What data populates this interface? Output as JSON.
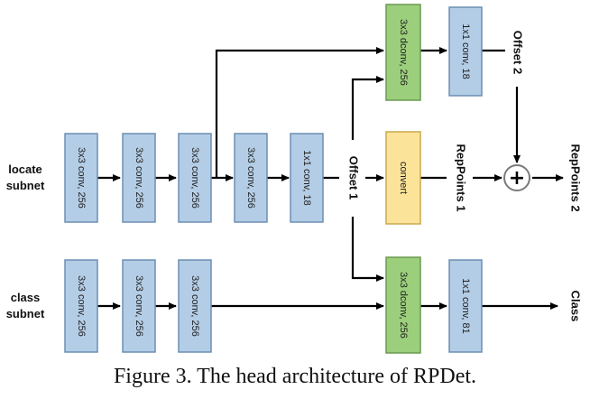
{
  "labels": {
    "locate_subnet": [
      "locate",
      "subnet"
    ],
    "class_subnet": [
      "class",
      "subnet"
    ]
  },
  "boxes": {
    "loc_conv1": "3x3 conv, 256",
    "loc_conv2": "3x3 conv, 256",
    "loc_conv3": "3x3 conv, 256",
    "loc_conv4": "3x3 conv, 256",
    "loc_conv5": "1x1 conv, 18",
    "top_dconv": "3x3 dconv, 256",
    "top_conv": "1x1 conv, 18",
    "convert": "convert",
    "cls_conv1": "3x3 conv, 256",
    "cls_conv2": "3x3 conv, 256",
    "cls_conv3": "3x3 conv, 256",
    "cls_dconv": "3x3 dconv, 256",
    "cls_conv": "1x1 conv, 81"
  },
  "outputs": {
    "offset1": "Offset 1",
    "offset2": "Offset 2",
    "reppoints1": "RepPoints 1",
    "reppoints2": "RepPoints 2",
    "class": "Class"
  },
  "plus_symbol": "+",
  "colors": {
    "conv_fill": "#b4cde6",
    "conv_stroke": "#6c8fb3",
    "dconv_fill": "#9ccf7c",
    "dconv_stroke": "#6a9a50",
    "convert_fill": "#fbe39a",
    "convert_stroke": "#c9a94a"
  },
  "caption": "Figure 3. The head architecture of RPDet."
}
